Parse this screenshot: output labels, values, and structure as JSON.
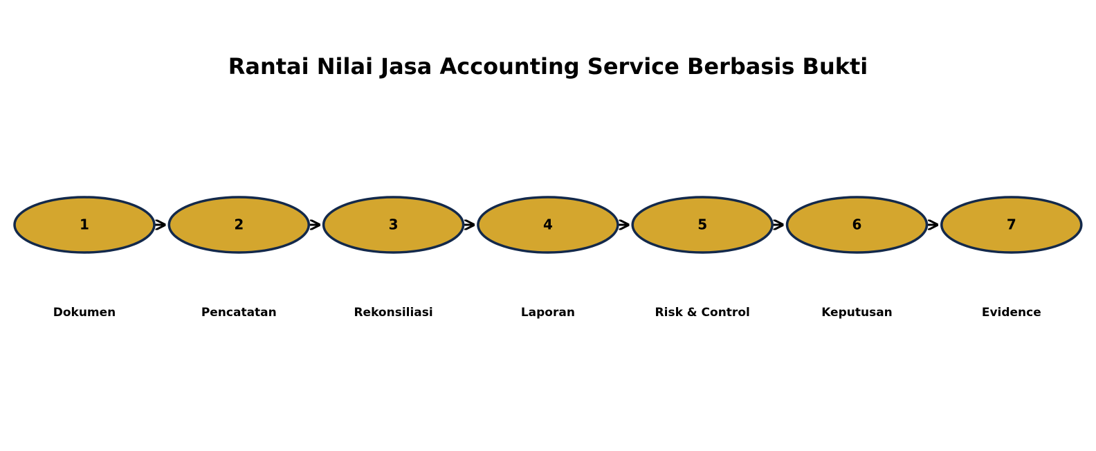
{
  "title": "Rantai Nilai Jasa Accounting Service Berbasis Bukti",
  "colors": {
    "node_fill": "#D4A62E",
    "node_stroke": "#13294B",
    "arrow": "#000000",
    "text": "#000000"
  },
  "steps": [
    {
      "number": "1",
      "label": "Dokumen"
    },
    {
      "number": "2",
      "label": "Pencatatan"
    },
    {
      "number": "3",
      "label": "Rekonsiliasi"
    },
    {
      "number": "4",
      "label": "Laporan"
    },
    {
      "number": "5",
      "label": "Risk & Control"
    },
    {
      "number": "6",
      "label": "Keputusan"
    },
    {
      "number": "7",
      "label": "Evidence"
    }
  ]
}
